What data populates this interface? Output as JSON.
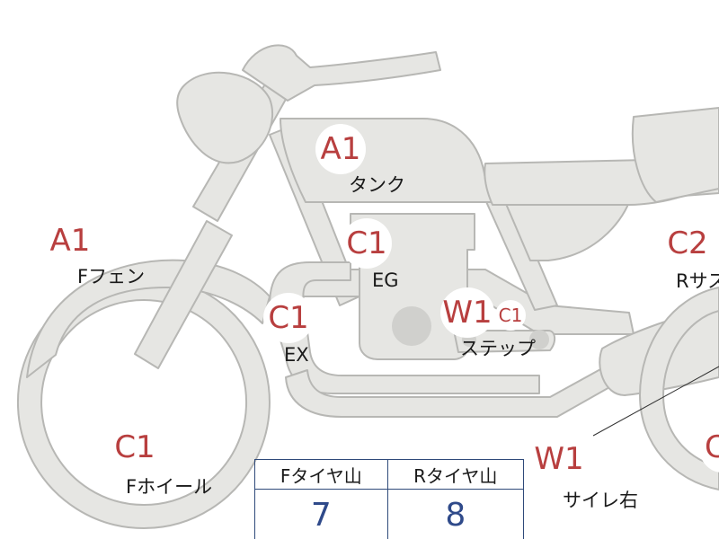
{
  "colors": {
    "part_fill": "#e6e6e3",
    "part_stroke": "#b7b7b4",
    "code_red": "#b83f3f",
    "table_value_blue": "#2f4a8a"
  },
  "badges": {
    "tank": "A1",
    "front_fender": "A1",
    "engine": "C1",
    "exhaust": "C1",
    "step_w": "W1",
    "step_c": "C1",
    "rear_suspension": "C2",
    "front_wheel": "C1",
    "silencer": "W1",
    "rear_wheel": "C"
  },
  "labels": {
    "tank": "タンク",
    "front_fender": "Fフェン",
    "engine": "EG",
    "exhaust": "EX",
    "step": "ステップ",
    "rear_suspension": "Rサス",
    "front_wheel": "Fホイール",
    "silencer": "サイレ右"
  },
  "tire_table": {
    "headers": [
      "Fタイヤ山",
      "Rタイヤ山"
    ],
    "values": [
      "7",
      "8"
    ]
  }
}
